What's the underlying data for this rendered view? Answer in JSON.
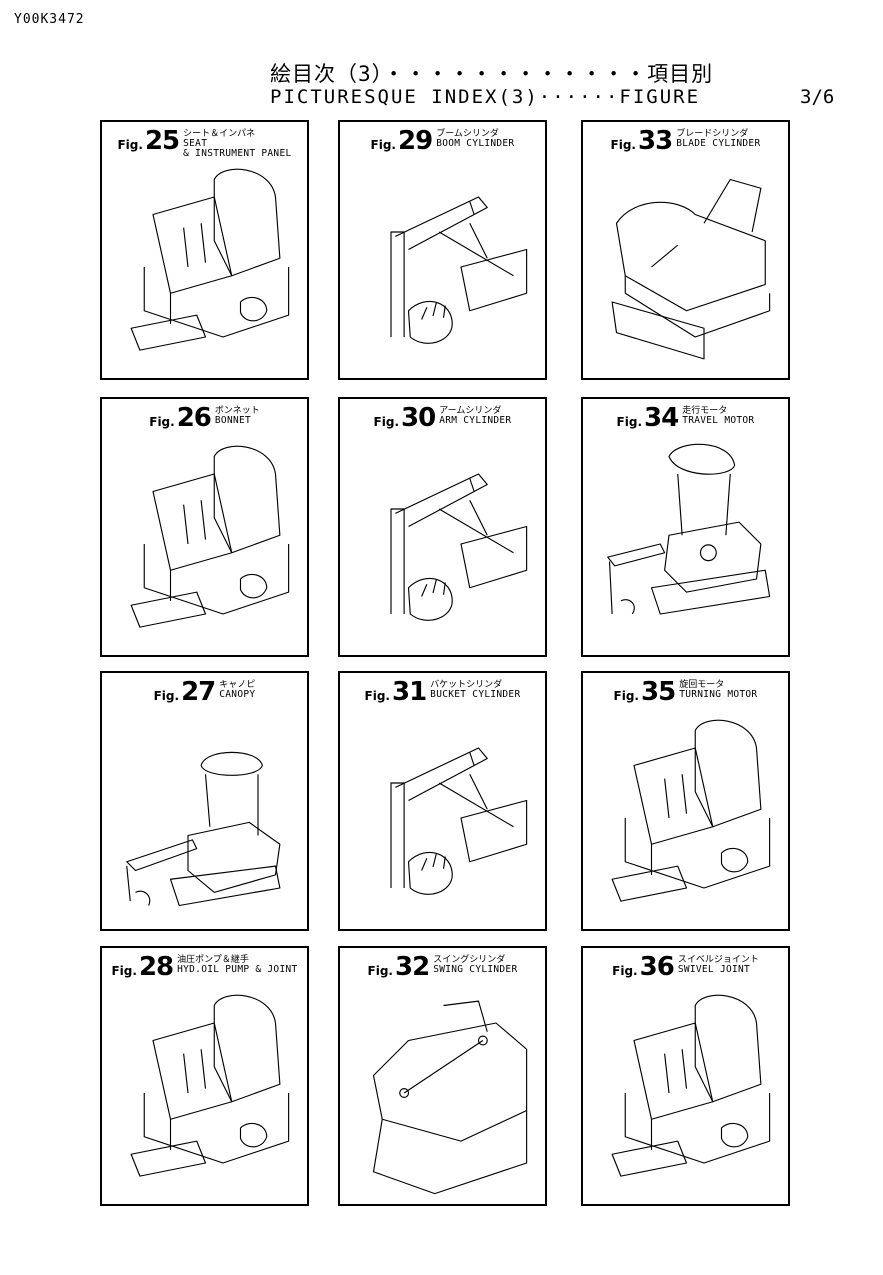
{
  "header": {
    "doc_id": "Y00K3472",
    "title_jp": "絵目次（3）・・・・・・・・・・・・項目別",
    "title_en": "PICTURESQUE INDEX(3)······FIGURE",
    "page": "3/6"
  },
  "figures": [
    {
      "fig": "Fig.",
      "num": "25",
      "jp": "シート＆インパネ",
      "en1": "SEAT",
      "en2": "& INSTRUMENT PANEL",
      "icon": "seat-instrument-panel-drawing"
    },
    {
      "fig": "Fig.",
      "num": "29",
      "jp": "ブームシリンダ",
      "en1": "BOOM CYLINDER",
      "en2": "",
      "icon": "boom-cylinder-drawing"
    },
    {
      "fig": "Fig.",
      "num": "33",
      "jp": "ブレードシリンダ",
      "en1": "BLADE CYLINDER",
      "en2": "",
      "icon": "blade-cylinder-drawing"
    },
    {
      "fig": "Fig.",
      "num": "26",
      "jp": "ボンネット",
      "en1": "BONNET",
      "en2": "",
      "icon": "bonnet-drawing"
    },
    {
      "fig": "Fig.",
      "num": "30",
      "jp": "アームシリンダ",
      "en1": "ARM CYLINDER",
      "en2": "",
      "icon": "arm-cylinder-drawing"
    },
    {
      "fig": "Fig.",
      "num": "34",
      "jp": "走行モータ",
      "en1": "TRAVEL MOTOR",
      "en2": "",
      "icon": "travel-motor-drawing"
    },
    {
      "fig": "Fig.",
      "num": "27",
      "jp": "キャノピ",
      "en1": "CANOPY",
      "en2": "",
      "icon": "canopy-drawing"
    },
    {
      "fig": "Fig.",
      "num": "31",
      "jp": "バケットシリンダ",
      "en1": "BUCKET CYLINDER",
      "en2": "",
      "icon": "bucket-cylinder-drawing"
    },
    {
      "fig": "Fig.",
      "num": "35",
      "jp": "旋回モータ",
      "en1": "TURNING MOTOR",
      "en2": "",
      "icon": "turning-motor-drawing"
    },
    {
      "fig": "Fig.",
      "num": "28",
      "jp": "油圧ポンプ＆継手",
      "en1": "HYD.OIL PUMP & JOINT",
      "en2": "",
      "icon": "hyd-oil-pump-drawing"
    },
    {
      "fig": "Fig.",
      "num": "32",
      "jp": "スイングシリンダ",
      "en1": "SWING CYLINDER",
      "en2": "",
      "icon": "swing-cylinder-drawing"
    },
    {
      "fig": "Fig.",
      "num": "36",
      "jp": "スイベルジョイント",
      "en1": "SWIVEL JOINT",
      "en2": "",
      "icon": "swivel-joint-drawing"
    }
  ]
}
